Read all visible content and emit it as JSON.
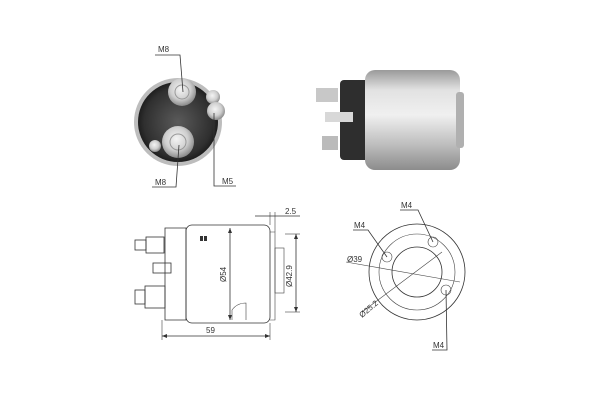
{
  "views": {
    "end_view_photo": {
      "labels": {
        "top_terminal": "M8",
        "bottom_terminal": "M8",
        "small_terminal": "M5"
      }
    },
    "side_photo": {
      "description": "solenoid body photo"
    },
    "side_drawing": {
      "labels": {
        "gap": "2.5",
        "body_diameter": "Ø54",
        "nose_diameter": "Ø42.9",
        "length": "59"
      }
    },
    "front_drawing": {
      "labels": {
        "hole_top": "M4",
        "hole_left": "M4",
        "hole_bottom": "M4",
        "outer_diameter": "Ø39",
        "inner_diameter": "Ø25.2"
      }
    }
  },
  "colors": {
    "line": "#333333",
    "body_dark": "#3a3a3a",
    "body_metal": "#c8c8c8",
    "background": "#ffffff"
  }
}
